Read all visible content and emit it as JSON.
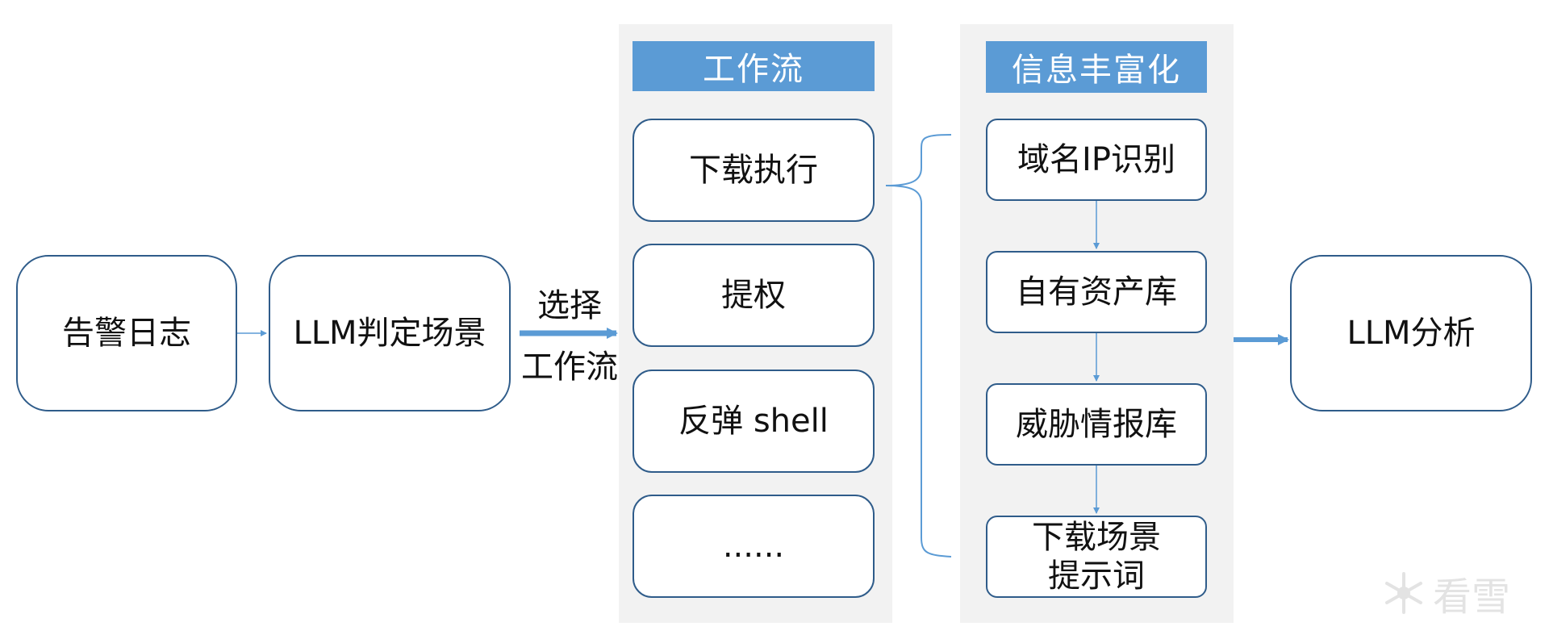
{
  "nodes": {
    "alert_log": "告警日志",
    "llm_judge": "LLM判定场景",
    "llm_analysis": "LLM分析"
  },
  "select_label_line1": "选择",
  "select_label_line2": "工作流",
  "workflow_panel": {
    "title": "工作流",
    "items": [
      "下载执行",
      "提权",
      "反弹 shell",
      "......"
    ]
  },
  "enrich_panel": {
    "title": "信息丰富化",
    "items": [
      "域名IP识别",
      "自有资产库",
      "威胁情报库",
      "下载场景\n提示词"
    ]
  },
  "watermark": {
    "text": "看雪",
    "icon": "snowflake-icon"
  },
  "colors": {
    "accent": "#5b9bd5",
    "border": "#2f5c8a",
    "panel": "#f2f2f2"
  }
}
